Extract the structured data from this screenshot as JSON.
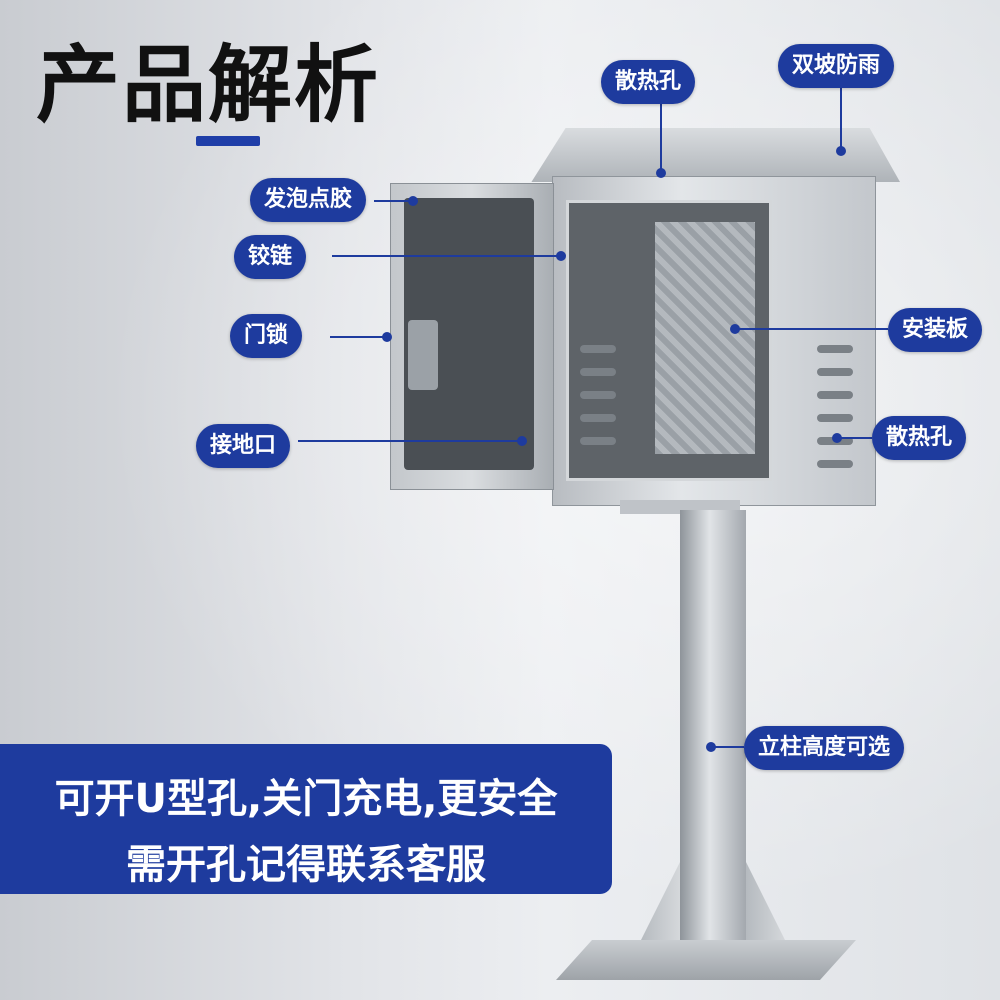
{
  "page": {
    "title": "产品解析"
  },
  "labels": {
    "vent_top": "散热孔",
    "double_slope": "双坡防雨",
    "foam_glue": "发泡点胶",
    "hinge": "铰链",
    "door_lock": "门锁",
    "mounting_plate": "安装板",
    "vent_side": "散热孔",
    "ground_port": "接地口",
    "pole_height": "立柱高度可选"
  },
  "banner": {
    "line1": "可开U型孔,关门充电,更安全",
    "line2": "需开孔记得联系客服"
  },
  "colors": {
    "accent": "#1e3b9e",
    "title": "#111111"
  }
}
